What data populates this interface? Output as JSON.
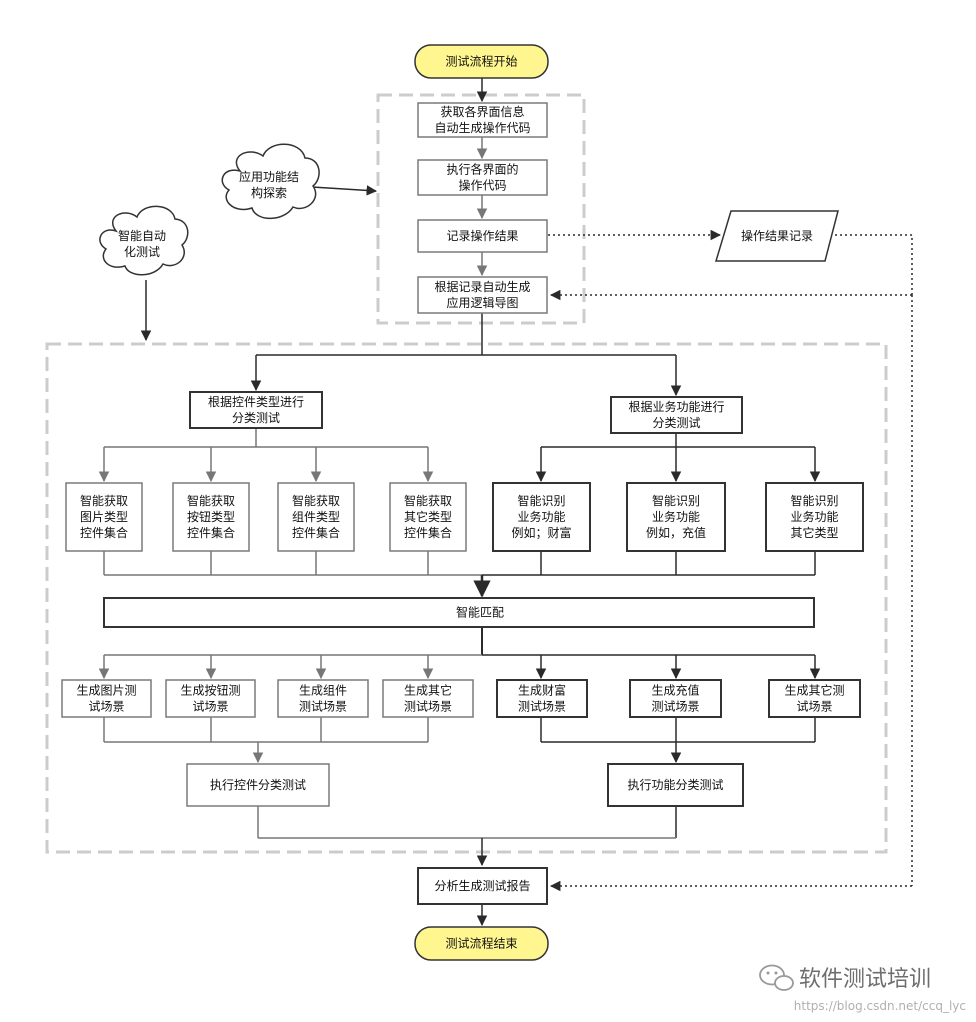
{
  "nodes": {
    "start": [
      "测试流程开始"
    ],
    "get_info": [
      "获取各界面信息",
      "自动生成操作代码"
    ],
    "exec_ui": [
      "执行各界面的",
      "操作代码"
    ],
    "record": [
      "记录操作结果"
    ],
    "gen_map": [
      "根据记录自动生成",
      "应用逻辑导图"
    ],
    "explore": [
      "应用功能结",
      "构探索"
    ],
    "smart_auto": [
      "智能自动",
      "化测试"
    ],
    "op_record": [
      "操作结果记录"
    ],
    "by_control": [
      "根据控件类型进行",
      "分类测试"
    ],
    "by_business": [
      "根据业务功能进行",
      "分类测试"
    ],
    "acq_image": [
      "智能获取",
      "图片类型",
      "控件集合"
    ],
    "acq_button": [
      "智能获取",
      "按钮类型",
      "控件集合"
    ],
    "acq_group": [
      "智能获取",
      "组件类型",
      "控件集合"
    ],
    "acq_other": [
      "智能获取",
      "其它类型",
      "控件集合"
    ],
    "id_wealth": [
      "智能识别",
      "业务功能",
      "例如；财富"
    ],
    "id_recharge": [
      "智能识别",
      "业务功能",
      "例如，充值"
    ],
    "id_other": [
      "智能识别",
      "业务功能",
      "其它类型"
    ],
    "match": [
      "智能匹配"
    ],
    "gen_image": [
      "生成图片测",
      "试场景"
    ],
    "gen_button": [
      "生成按钮测",
      "试场景"
    ],
    "gen_group": [
      "生成组件",
      "测试场景"
    ],
    "gen_other_ctrl": [
      "生成其它",
      "测试场景"
    ],
    "gen_wealth": [
      "生成财富",
      "测试场景"
    ],
    "gen_recharge": [
      "生成充值",
      "测试场景"
    ],
    "gen_other_biz": [
      "生成其它测",
      "试场景"
    ],
    "exec_control": [
      "执行控件分类测试"
    ],
    "exec_business": [
      "执行功能分类测试"
    ],
    "report": [
      "分析生成测试报告"
    ],
    "end": [
      "测试流程结束"
    ]
  },
  "watermark": {
    "title": "软件测试培训",
    "url": "https://blog.csdn.net/ccq_lyc"
  },
  "colors": {
    "terminal_fill": "#fff68f",
    "gray_line": "#8a8a8a",
    "dark_line": "#2a2a2a",
    "dash_border": "#cccccc"
  }
}
